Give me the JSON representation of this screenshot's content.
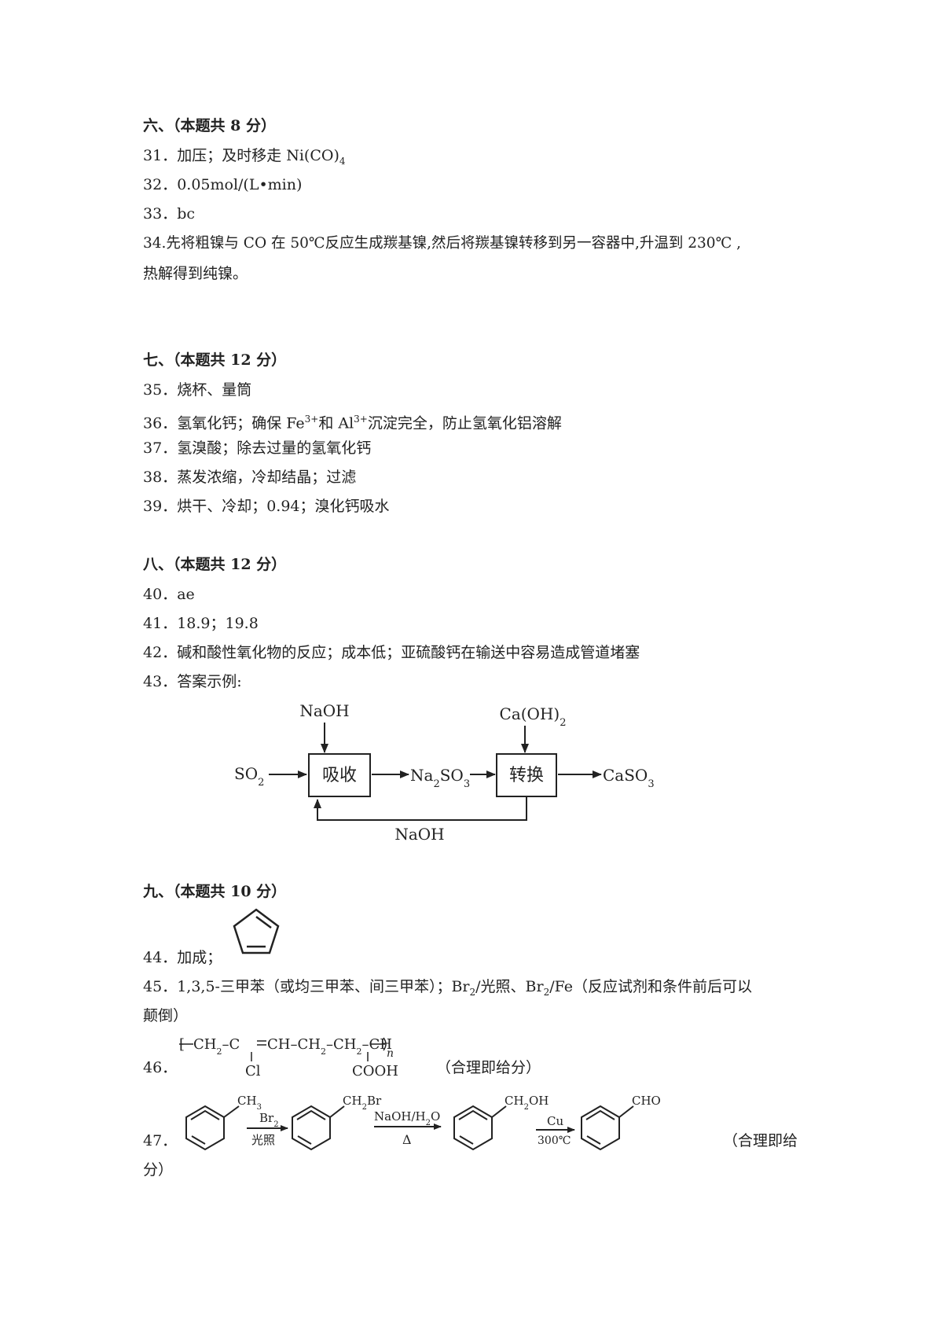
{
  "sections": {
    "six": {
      "heading": "六、（本题共 8 分）",
      "q31": {
        "num": "31．",
        "text": "加压；及时移走 Ni(CO)",
        "sub": "4"
      },
      "q32": {
        "num": "32．",
        "text": "0.05mol/(L•min)"
      },
      "q33": {
        "num": "33．",
        "text": "bc"
      },
      "q34": {
        "num": "34.",
        "line1": "先将粗镍与 CO 在 50℃反应生成羰基镍,然后将羰基镍转移到另一容器中,升温到 230℃ ,",
        "line2": "热解得到纯镍。"
      }
    },
    "seven": {
      "heading": "七、（本题共 12 分）",
      "q35": {
        "num": "35．",
        "text": "烧杯、量筒"
      },
      "q36": {
        "num": "36．",
        "text_a": "氢氧化钙；确保 Fe",
        "sup_a": "3+",
        "text_b": "和 Al",
        "sup_b": "3+",
        "text_c": "沉淀完全，防止氢氧化铝溶解"
      },
      "q37": {
        "num": "37．",
        "text": "氢溴酸；除去过量的氢氧化钙"
      },
      "q38": {
        "num": "38．",
        "text": "蒸发浓缩，冷却结晶；过滤"
      },
      "q39": {
        "num": "39．",
        "text": "烘干、冷却；0.94；溴化钙吸水"
      }
    },
    "eight": {
      "heading": "八、（本题共 12 分）",
      "q40": {
        "num": "40．",
        "text": "ae"
      },
      "q41": {
        "num": "41．",
        "text": "18.9；19.8"
      },
      "q42": {
        "num": "42．",
        "text": "碱和酸性氧化物的反应；成本低；亚硫酸钙在输送中容易造成管道堵塞"
      },
      "q43": {
        "num": "43．",
        "text": "答案示例:"
      }
    },
    "nine": {
      "heading": "九、（本题共 10 分）",
      "q44": {
        "num": "44．",
        "text": "加成；"
      },
      "q45": {
        "num": "45．",
        "line1_a": "1,3,5-三甲苯（或均三甲苯、间三甲苯）；Br",
        "sub1": "2",
        "line1_b": "/光照、Br",
        "sub2": "2",
        "line1_c": "/Fe（反应试剂和条件前后可以",
        "line2": "颠倒）"
      },
      "q46": {
        "num": "46．",
        "note": "（合理即给分）"
      },
      "q47": {
        "num": "47．",
        "note1": "（合理即给",
        "note2": "分）"
      }
    }
  },
  "flow_diagram": {
    "naoh_top": "NaOH",
    "caoh2": "Ca(OH)",
    "caoh2_sub": "2",
    "so2": "SO",
    "so2_sub": "2",
    "box1": "吸收",
    "na2so3_a": "Na",
    "na2so3_sub1": "2",
    "na2so3_b": "SO",
    "na2so3_sub2": "3",
    "box2": "转换",
    "caso3": "CaSO",
    "caso3_sub": "3",
    "naoh_bottom": "NaOH"
  },
  "polymer": {
    "left_bracket": "⁅",
    "chain_a": "CH",
    "chain_a_sub": "2",
    "chain_b": "–C",
    "chain_c": "CH–CH",
    "chain_c_sub": "2",
    "chain_d": "–CH",
    "chain_d_sub": "2",
    "chain_e": "–CH",
    "n": "n",
    "cl": "Cl",
    "cooh": "COOH"
  },
  "synthesis": {
    "ch3": "CH",
    "ch3_sub": "3",
    "br2": "Br",
    "br2_sub": "2",
    "light": "光照",
    "ch2br": "CH",
    "ch2br_sub": "2",
    "ch2br_tail": "Br",
    "naoh_h2o": "NaOH/H",
    "naoh_h2o_sub": "2",
    "naoh_h2o_tail": "O",
    "delta": "Δ",
    "ch2oh": "CH",
    "ch2oh_sub": "2",
    "ch2oh_tail": "OH",
    "cu": "Cu",
    "temp": "300℃",
    "cho": "CHO"
  }
}
